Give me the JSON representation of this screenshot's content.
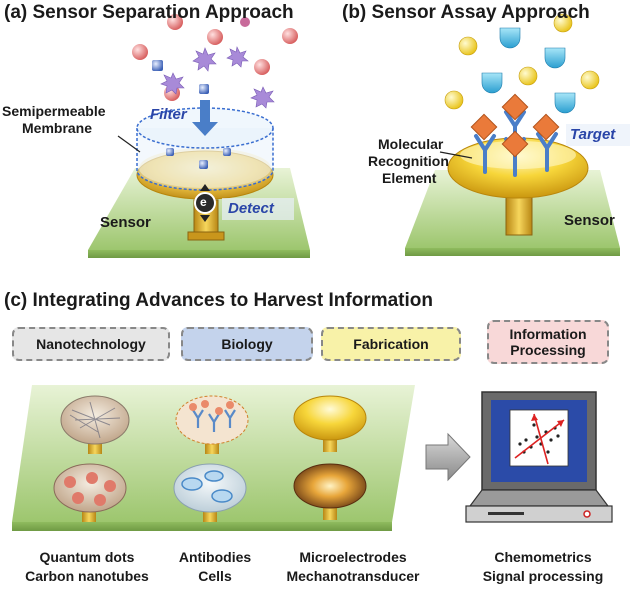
{
  "panel_a": {
    "title": "(a)  Sensor Separation Approach",
    "membrane_label_1": "Semipermeable",
    "membrane_label_2": "Membrane",
    "filter_label": "Filter",
    "detect_label": "Detect",
    "electron_label": "e",
    "sensor_label": "Sensor"
  },
  "panel_b": {
    "title": "(b)  Sensor Assay Approach",
    "mre_label_1": "Molecular",
    "mre_label_2": "Recognition",
    "mre_label_3": "Element",
    "target_label": "Target",
    "sensor_label": "Sensor"
  },
  "panel_c": {
    "title": "(c)  Integrating Advances to Harvest Information",
    "categories": [
      {
        "label": "Nanotechnology",
        "color": "#e6e6e6"
      },
      {
        "label": "Biology",
        "color": "#c4d3ec"
      },
      {
        "label": "Fabrication",
        "color": "#f8f2a8"
      },
      {
        "label": "Information\nProcessing",
        "color": "#f8d8d8"
      }
    ],
    "captions": [
      {
        "line1": "Quantum dots",
        "line2": "Carbon nanotubes"
      },
      {
        "line1": "Antibodies",
        "line2": "Cells"
      },
      {
        "line1": "Microelectrodes",
        "line2": "Mechanotransducer"
      },
      {
        "line1": "Chemometrics",
        "line2": "Signal processing"
      }
    ]
  },
  "colors": {
    "sensor_plate": "#a6cc7c",
    "gold": "#e7b41c",
    "label_blue": "#2a45a8",
    "receptor_blue": "#4a7ec8",
    "target_orange": "#ea7a3a",
    "monitor_blue": "#2b4ba8"
  }
}
